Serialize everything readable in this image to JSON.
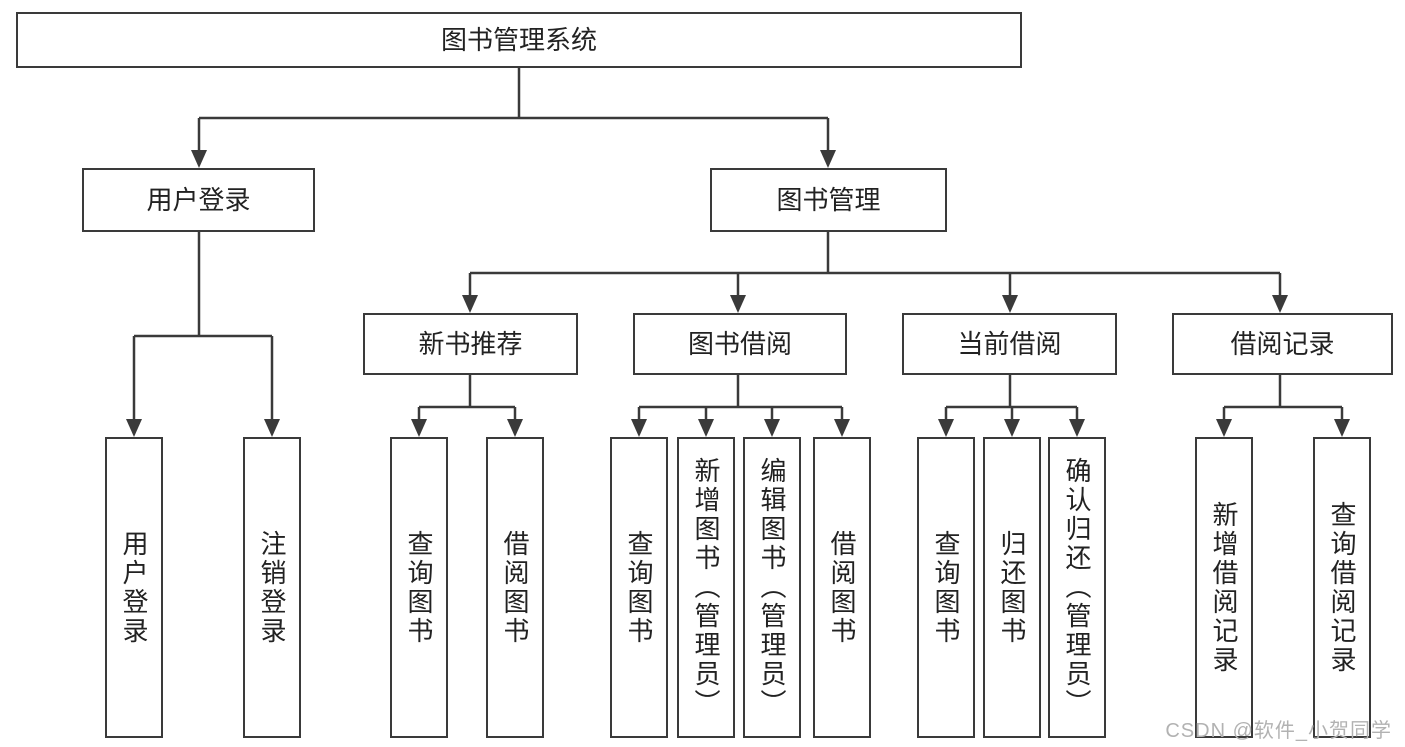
{
  "diagram_type": "hierarchy-tree",
  "colors": {
    "line": "#3a3a3a",
    "box_border": "#3a3a3a",
    "text": "#222222",
    "background": "#ffffff",
    "watermark": "#b2b2b2"
  },
  "tree": {
    "label": "图书管理系统",
    "children": [
      {
        "label": "用户登录",
        "children": [
          {
            "label": "用户登录"
          },
          {
            "label": "注销登录"
          }
        ]
      },
      {
        "label": "图书管理",
        "children": [
          {
            "label": "新书推荐",
            "children": [
              {
                "label": "查询图书"
              },
              {
                "label": "借阅图书"
              }
            ]
          },
          {
            "label": "图书借阅",
            "children": [
              {
                "label": "查询图书"
              },
              {
                "label": "新增图书（管理员）"
              },
              {
                "label": "编辑图书（管理员）"
              },
              {
                "label": "借阅图书"
              }
            ]
          },
          {
            "label": "当前借阅",
            "children": [
              {
                "label": "查询图书"
              },
              {
                "label": "归还图书"
              },
              {
                "label": "确认归还（管理员）"
              }
            ]
          },
          {
            "label": "借阅记录",
            "children": [
              {
                "label": "新增借阅记录"
              },
              {
                "label": "查询借阅记录"
              }
            ]
          }
        ]
      }
    ]
  },
  "watermark": {
    "text": "CSDN @软件_小贺同学"
  }
}
